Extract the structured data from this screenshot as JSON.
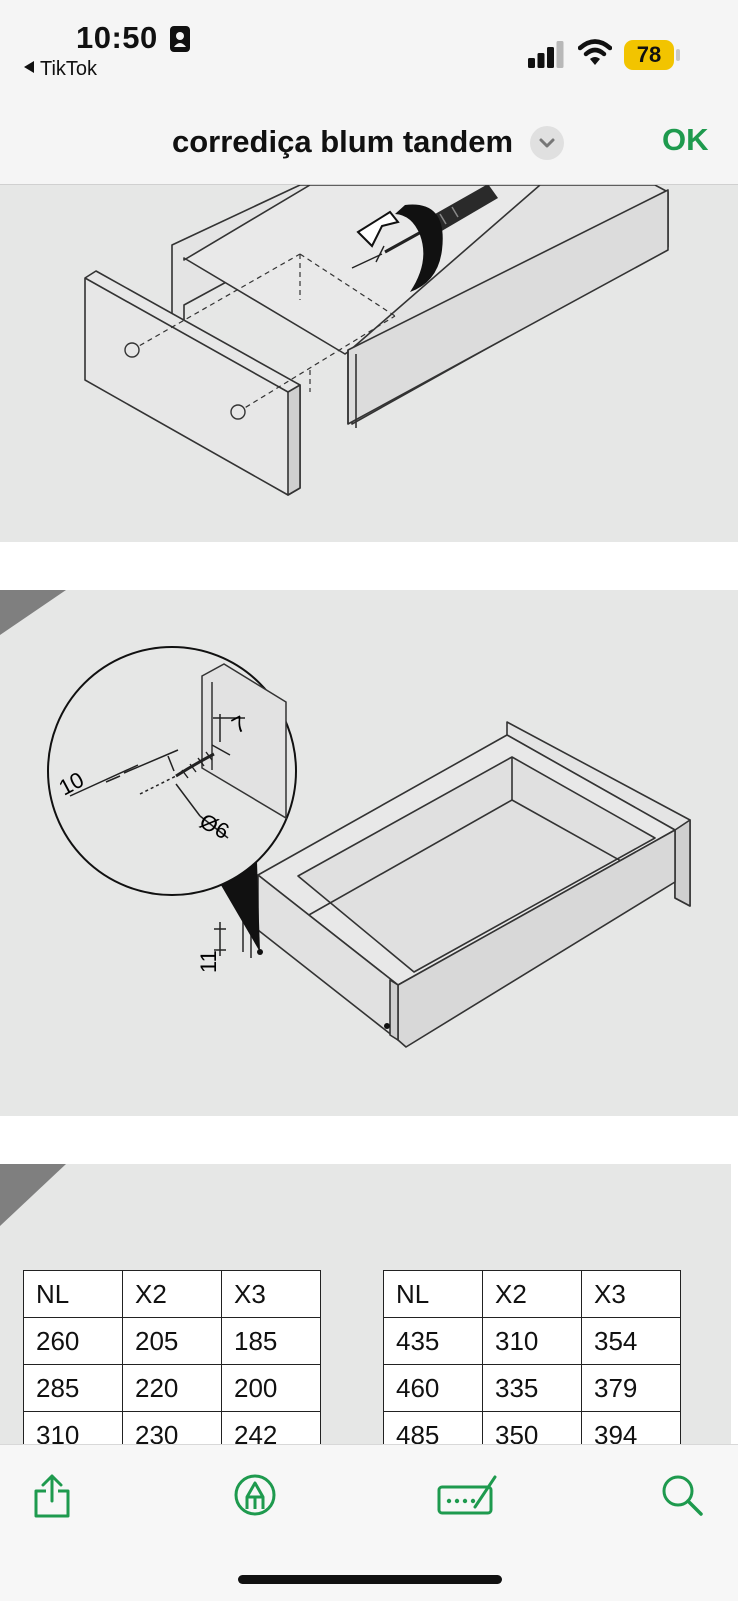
{
  "status": {
    "time": "10:50",
    "back_app": "TikTok",
    "battery": "78",
    "icons": [
      "id-card-icon",
      "signal-icon",
      "wifi-icon",
      "battery-icon"
    ]
  },
  "nav": {
    "title": "corrediça blum tandem",
    "ok_label": "OK",
    "icons": [
      "chevron-down-icon"
    ]
  },
  "figure2": {
    "dim_10": "10",
    "dim_7": "7",
    "dim_6": "Ø6",
    "dim_11": "11"
  },
  "tables": {
    "left": {
      "headers": [
        "NL",
        "X2",
        "X3"
      ],
      "rows": [
        [
          "260",
          "205",
          "185"
        ],
        [
          "285",
          "220",
          "200"
        ],
        [
          "310",
          "230",
          "242"
        ]
      ]
    },
    "right": {
      "headers": [
        "NL",
        "X2",
        "X3"
      ],
      "rows": [
        [
          "435",
          "310",
          "354"
        ],
        [
          "460",
          "335",
          "379"
        ],
        [
          "485",
          "350",
          "394"
        ]
      ]
    }
  },
  "toolbar": {
    "items": [
      "share-icon",
      "markup-icon",
      "signature-icon",
      "search-icon"
    ]
  },
  "colors": {
    "accent": "#1e9a4e",
    "battery": "#f2c400",
    "panel": "#e6e7e6"
  }
}
